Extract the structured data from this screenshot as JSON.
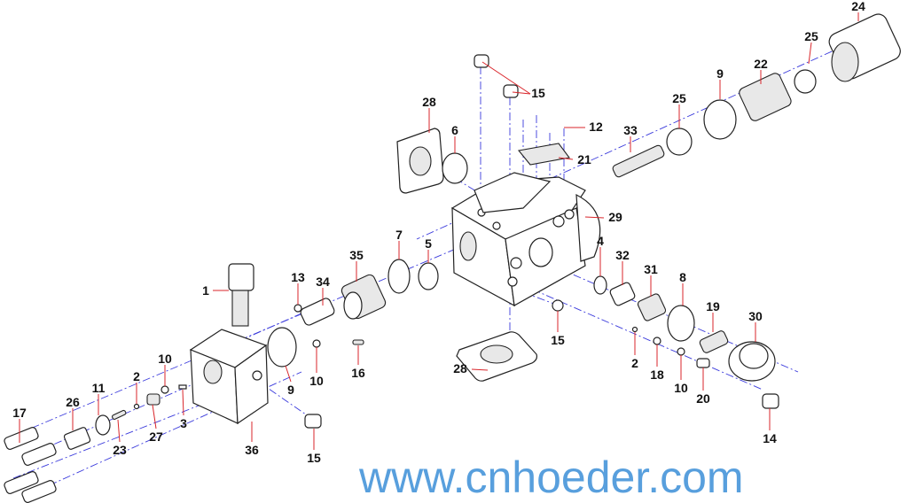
{
  "diagram": {
    "type": "exploded-parts-diagram",
    "watermark": "www.cnhoeder.com",
    "leader_color": "#d9262b",
    "axis_color": "#3a3adc",
    "callouts": [
      "24",
      "25",
      "22",
      "9",
      "25",
      "33",
      "12",
      "15",
      "21",
      "28",
      "6",
      "29",
      "7",
      "5",
      "4",
      "32",
      "31",
      "8",
      "19",
      "30",
      "35",
      "34",
      "13",
      "1",
      "15",
      "2",
      "18",
      "10",
      "20",
      "14",
      "28",
      "16",
      "9",
      "10",
      "10",
      "2",
      "11",
      "26",
      "17",
      "27",
      "3",
      "23",
      "36",
      "15"
    ]
  }
}
